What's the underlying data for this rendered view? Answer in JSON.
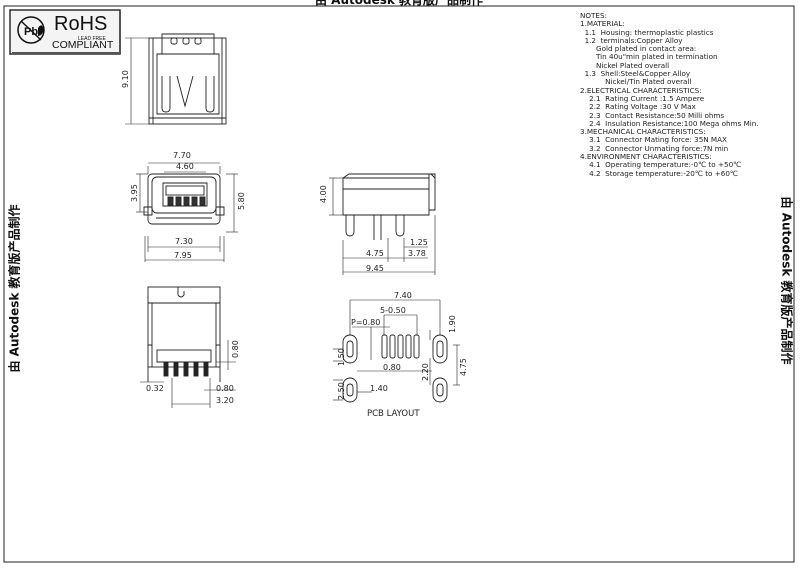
{
  "watermark": "由 Autodesk 教育版产品制作",
  "logo": {
    "title": "RoHS",
    "sub": "LEAD FREE",
    "compliant": "COMPLIANT",
    "mark": "Pb"
  },
  "notes": [
    "NOTES:",
    "1.MATERIAL:",
    "  1.1  Housing: thermoplastic plastics",
    "  1.2  terminals:Copper Alloy",
    "       Gold plated in contact area:",
    "       Tin 40u\"min plated in termination",
    "       Nickel Plated overall",
    "  1.3  Shell:Steel&Copper Alloy",
    "           Nickel/Tin Plated overall",
    "2.ELECTRICAL CHARACTERISTICS:",
    "    2.1  Rating Current :1.5 Ampere",
    "    2.2  Rating Voltage :30 V Max",
    "    2.3  Contact Resistance:50 Milli ohms",
    "    2.4  Insulation Resistance:100 Mega ohms Min.",
    "3.MECHANICAL CHARACTERISTICS:",
    "    3.1  Connector Mating force: 35N MAX",
    "    3.2  Connector Unmating force:7N min",
    "4.ENVIRONMENT CHARACTERISTICS:",
    "    4.1  Operating temperature:-0℃ to +50℃",
    "    4.2  Storage temperature:-20℃ to +60℃"
  ],
  "dims": {
    "d910": "9.10",
    "d770": "7.70",
    "d460": "4.60",
    "d395": "3.95",
    "d580": "5.80",
    "d730": "7.30",
    "d795": "7.95",
    "d400": "4.00",
    "d125": "1.25",
    "d475a": "4.75",
    "d378": "3.78",
    "d945": "9.45",
    "d080a": "0.80",
    "d032": "0.32",
    "d080b": "0.80",
    "d320": "3.20",
    "d740": "7.40",
    "d5x050": "5-0.50",
    "dp080": "P=0.80",
    "d190": "1.90",
    "d150": "1.50",
    "d080c": "0.80",
    "d220": "2.20",
    "d475b": "4.75",
    "d250": "2.50",
    "d140": "1.40"
  },
  "pcb_layout": "PCB  LAYOUT"
}
